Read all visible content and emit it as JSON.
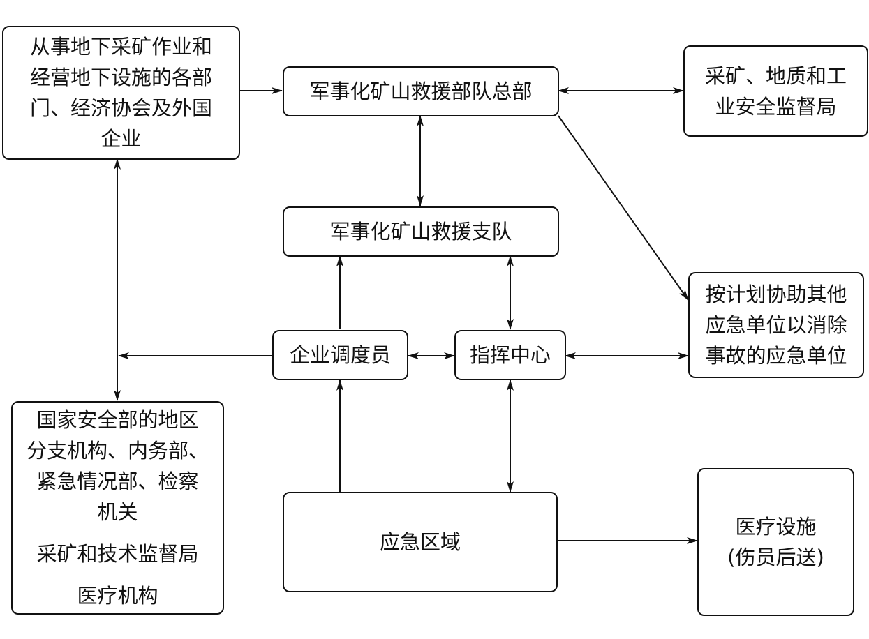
{
  "nodes": {
    "operators": {
      "lines": [
        "从事地下采矿作业和",
        "经营地下设施的各部",
        "门、经济协会及外国",
        "企业"
      ]
    },
    "hq": {
      "lines": [
        "军事化矿山救援部队总部"
      ]
    },
    "mining_bureau": {
      "lines": [
        "采矿、地质和工",
        "业安全监督局"
      ]
    },
    "detachment": {
      "lines": [
        "军事化矿山救援支队"
      ]
    },
    "dispatcher": {
      "lines": [
        "企业调度员"
      ]
    },
    "command": {
      "lines": [
        "指挥中心"
      ]
    },
    "assist_units": {
      "lines": [
        "按计划协助其他",
        "应急单位以消除",
        "事故的应急单位"
      ]
    },
    "state_agencies": {
      "group1": [
        "国家安全部的地区",
        "分支机构、内务部、",
        "紧急情况部、检察",
        "机关"
      ],
      "group2": [
        "采矿和技术监督局"
      ],
      "group3": [
        "医疗机构"
      ]
    },
    "emergency_zone": {
      "lines": [
        "应急区域"
      ]
    },
    "medical": {
      "lines": [
        "医疗设施",
        "(伤员后送)"
      ]
    }
  },
  "edges": [
    {
      "from": "operators",
      "to": "hq",
      "direction": "forward"
    },
    {
      "from": "hq",
      "to": "mining_bureau",
      "direction": "both"
    },
    {
      "from": "hq",
      "to": "detachment",
      "direction": "both"
    },
    {
      "from": "hq",
      "to": "assist_units",
      "direction": "forward"
    },
    {
      "from": "operators",
      "to": "state_agencies",
      "direction": "both"
    },
    {
      "from": "dispatcher",
      "to": "state_agencies",
      "direction": "forward"
    },
    {
      "from": "dispatcher",
      "to": "detachment",
      "direction": "forward"
    },
    {
      "from": "detachment",
      "to": "command",
      "direction": "both"
    },
    {
      "from": "dispatcher",
      "to": "command",
      "direction": "both"
    },
    {
      "from": "command",
      "to": "assist_units",
      "direction": "both"
    },
    {
      "from": "emergency_zone",
      "to": "dispatcher",
      "direction": "forward"
    },
    {
      "from": "command",
      "to": "emergency_zone",
      "direction": "both"
    },
    {
      "from": "emergency_zone",
      "to": "medical",
      "direction": "forward"
    }
  ]
}
